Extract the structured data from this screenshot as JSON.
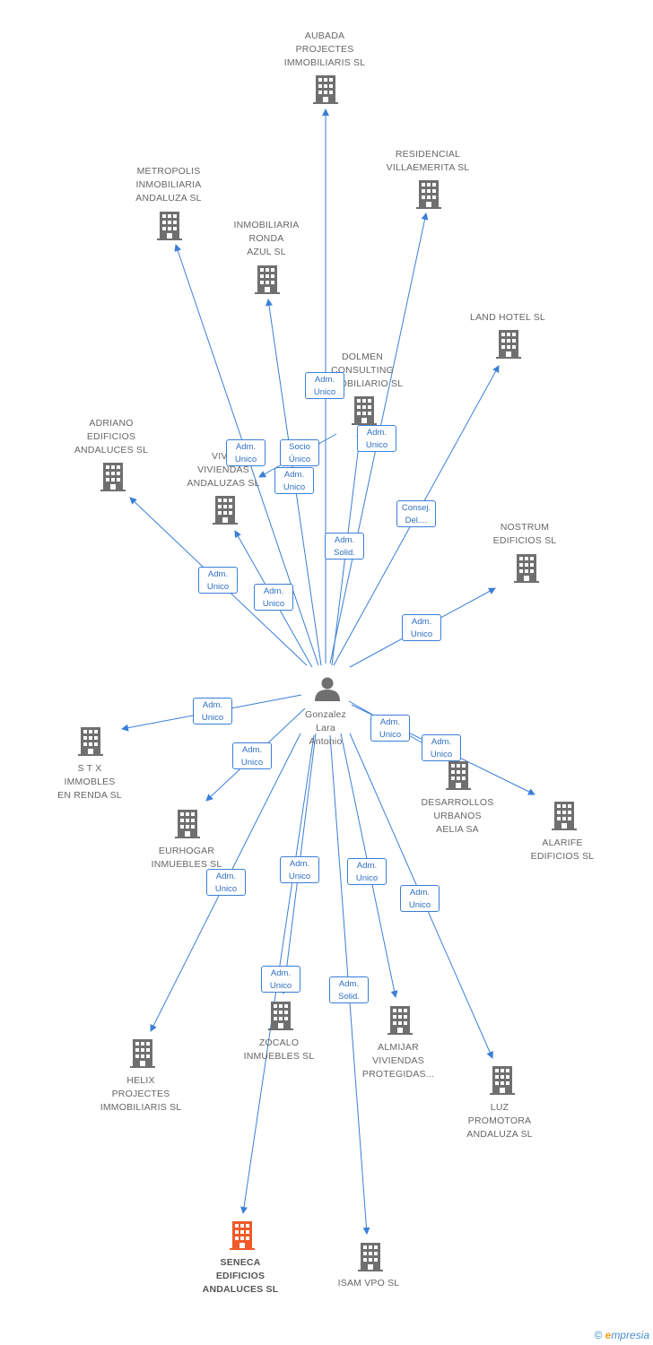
{
  "colors": {
    "edge": "#3a7fd6",
    "building": "#6f6f6f",
    "highlight_building": "#f05a28",
    "person": "#6f6f6f"
  },
  "person": {
    "label": "Gonzalez\nLara\nAntonio"
  },
  "companies": [
    {
      "id": "aubada",
      "label": "AUBADA\nPROJECTES\nIMMOBILIARIS SL"
    },
    {
      "id": "residencial",
      "label": "RESIDENCIAL\nVILLAEMERITA SL"
    },
    {
      "id": "metropolis",
      "label": "METROPOLIS\nINMOBILIARIA\nANDALUZA SL"
    },
    {
      "id": "ronda",
      "label": "INMOBILIARIA\nRONDA\nAZUL SL"
    },
    {
      "id": "landhotel",
      "label": "LAND HOTEL SL"
    },
    {
      "id": "dolmen",
      "label": "DOLMEN\nCONSULTING\nINMOBILIARIO SL"
    },
    {
      "id": "adriano",
      "label": "ADRIANO\nEDIFICIOS\nANDALUCES SL"
    },
    {
      "id": "viv",
      "label": "VIV...\nVIVIENDAS\nANDALUZAS SL"
    },
    {
      "id": "nostrum",
      "label": "NOSTRUM\nEDIFICIOS SL"
    },
    {
      "id": "stx",
      "label": "S T X\nIMMOBLES\nEN RENDA SL"
    },
    {
      "id": "eurhogar",
      "label": "EURHOGAR\nINMUEBLES SL"
    },
    {
      "id": "desarrollos",
      "label": "DESARROLLOS\nURBANOS\nAELIA SA"
    },
    {
      "id": "alarife",
      "label": "ALARIFE\nEDIFICIOS SL"
    },
    {
      "id": "helix",
      "label": "HELIX\nPROJECTES\nIMMOBILIARIS SL"
    },
    {
      "id": "zocalo",
      "label": "ZOCALO\nINMUEBLES SL"
    },
    {
      "id": "almijar",
      "label": "ALMIJAR\nVIVIENDAS\nPROTEGIDAS..."
    },
    {
      "id": "luz",
      "label": "LUZ\nPROMOTORA\nANDALUZA SL"
    },
    {
      "id": "seneca",
      "label": "SENECA\nEDIFICIOS\nANDALUCES SL",
      "highlight": true
    },
    {
      "id": "isam",
      "label": "ISAM VPO SL"
    }
  ],
  "relations": [
    {
      "target": "aubada",
      "label": "Adm.\nUnico"
    },
    {
      "target": "residencial",
      "label": "Adm.\nSolid."
    },
    {
      "target": "metropolis",
      "label": "Adm.\nUnico"
    },
    {
      "target": "ronda",
      "label": "Adm.\nUnico"
    },
    {
      "target": "landhotel",
      "label": "Consej.\nDel...."
    },
    {
      "target": "dolmen",
      "label": "Adm.\nUnico"
    },
    {
      "target": "dolmen",
      "label": "Socio\nÚnico"
    },
    {
      "target": "adriano",
      "label": "Adm.\nUnico"
    },
    {
      "target": "viv",
      "label": "Adm.\nUnico"
    },
    {
      "target": "nostrum",
      "label": "Adm.\nUnico"
    },
    {
      "target": "stx",
      "label": "Adm.\nUnico"
    },
    {
      "target": "eurhogar",
      "label": "Adm.\nUnico"
    },
    {
      "target": "desarrollos",
      "label": "Adm.\nUnico"
    },
    {
      "target": "alarife",
      "label": "Adm.\nUnico"
    },
    {
      "target": "helix",
      "label": "Adm.\nUnico"
    },
    {
      "target": "zocalo",
      "label": "Adm.\nUnico"
    },
    {
      "target": "almijar",
      "label": "Adm.\nUnico"
    },
    {
      "target": "luz",
      "label": "Adm.\nUnico"
    },
    {
      "target": "seneca",
      "label": "Adm.\nUnico"
    },
    {
      "target": "isam",
      "label": "Adm.\nSolid."
    }
  ],
  "footer": {
    "copyright": "©",
    "brand_initial": "e",
    "brand_rest": "mpresia"
  }
}
